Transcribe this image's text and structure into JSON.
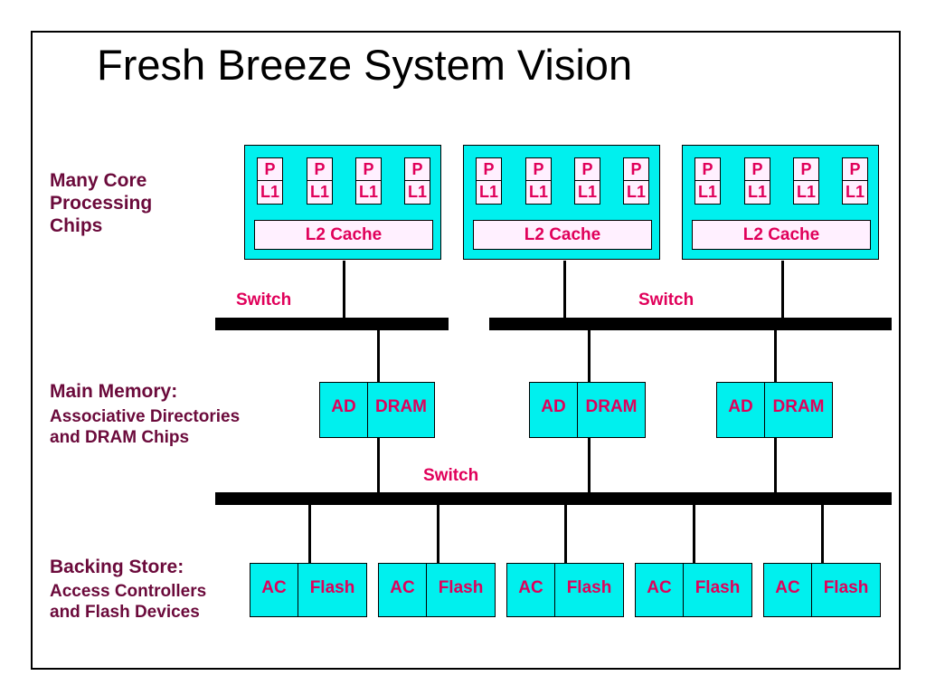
{
  "title": "Fresh Breeze System Vision",
  "labels": {
    "chips": [
      "Many Core",
      "Processing",
      "Chips"
    ],
    "memory_title": "Main Memory:",
    "memory_desc": [
      "Associative Directories",
      "and DRAM Chips"
    ],
    "backing_title": "Backing Store:",
    "backing_desc": [
      "Access Controllers",
      "and Flash Devices"
    ]
  },
  "switches": [
    "Switch",
    "Switch",
    "Switch"
  ],
  "chips": [
    {
      "cores": [
        {
          "p": "P",
          "l1": "L1"
        },
        {
          "p": "P",
          "l1": "L1"
        },
        {
          "p": "P",
          "l1": "L1"
        },
        {
          "p": "P",
          "l1": "L1"
        }
      ],
      "cache": "L2 Cache"
    },
    {
      "cores": [
        {
          "p": "P",
          "l1": "L1"
        },
        {
          "p": "P",
          "l1": "L1"
        },
        {
          "p": "P",
          "l1": "L1"
        },
        {
          "p": "P",
          "l1": "L1"
        }
      ],
      "cache": "L2 Cache"
    },
    {
      "cores": [
        {
          "p": "P",
          "l1": "L1"
        },
        {
          "p": "P",
          "l1": "L1"
        },
        {
          "p": "P",
          "l1": "L1"
        },
        {
          "p": "P",
          "l1": "L1"
        }
      ],
      "cache": "L2 Cache"
    }
  ],
  "memory": [
    {
      "ad": "AD",
      "dram": "DRAM"
    },
    {
      "ad": "AD",
      "dram": "DRAM"
    },
    {
      "ad": "AD",
      "dram": "DRAM"
    }
  ],
  "storage": [
    {
      "ac": "AC",
      "flash": "Flash"
    },
    {
      "ac": "AC",
      "flash": "Flash"
    },
    {
      "ac": "AC",
      "flash": "Flash"
    },
    {
      "ac": "AC",
      "flash": "Flash"
    },
    {
      "ac": "AC",
      "flash": "Flash"
    }
  ],
  "colors": {
    "box": "#00f0ee",
    "inner": "#fff0ff",
    "accent": "#e0005a",
    "label": "#6b0a3b"
  }
}
